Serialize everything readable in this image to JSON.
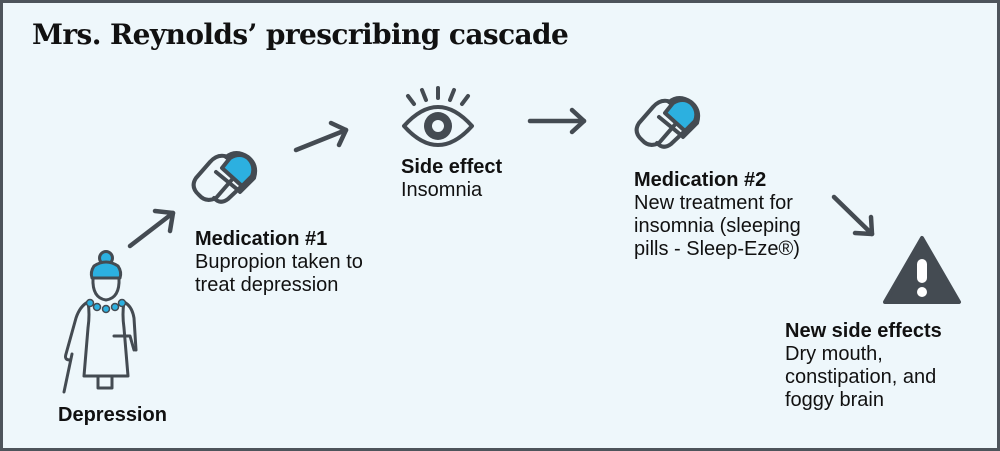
{
  "title": "Mrs. Reynolds’ prescribing cascade",
  "colors": {
    "background": "#eef7fb",
    "border": "#4d545b",
    "icon": "#444b52",
    "accent": "#2cb0e0"
  },
  "steps": [
    {
      "id": "patient",
      "icon": "elderly-woman-icon",
      "heading": "Depression",
      "text": ""
    },
    {
      "id": "medication-1",
      "icon": "pill-capsule-icon",
      "heading": "Medication #1",
      "text": "Bupropion taken to\ntreat depression"
    },
    {
      "id": "side-effect",
      "icon": "eye-icon",
      "heading": "Side effect",
      "text": "Insomnia"
    },
    {
      "id": "medication-2",
      "icon": "pill-capsule-icon",
      "heading": "Medication #2",
      "text": "New treatment for\ninsomnia (sleeping\npills - Sleep-Eze®)"
    },
    {
      "id": "new-side-effects",
      "icon": "warning-triangle-icon",
      "heading": "New side effects",
      "text": "Dry mouth,\nconstipation, and\nfoggy brain"
    }
  ]
}
